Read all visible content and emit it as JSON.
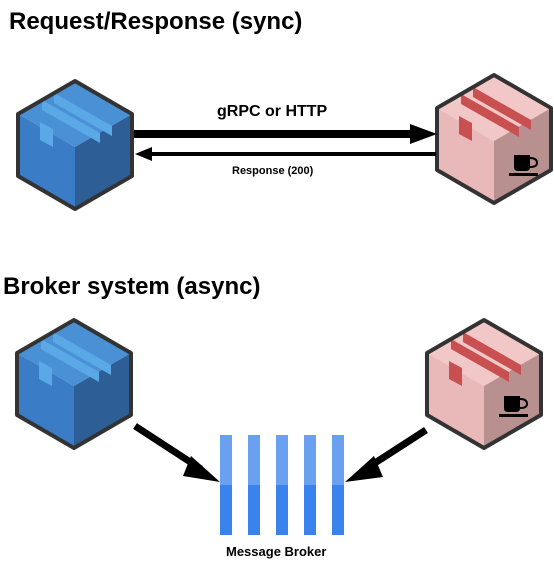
{
  "sections": {
    "sync_title": "Request/Response (sync)",
    "async_title": "Broker system (async)"
  },
  "labels": {
    "request_arrow": "gRPC or HTTP",
    "response_arrow": "Response (200)",
    "broker": "Message Broker"
  },
  "icons": {
    "service_box": "package-box-icon",
    "coffee": "coffee-cup-icon"
  },
  "colors": {
    "blue_box_front": "#3a7cc5",
    "blue_box_side": "#2d5f96",
    "blue_box_top": "#4a90d4",
    "blue_tape": "#5aa9e6",
    "pink_box_front": "#e9b8b8",
    "pink_box_side": "#b89090",
    "pink_box_top": "#f2c7c7",
    "pink_tape": "#c95050",
    "outline": "#333333",
    "broker_top": "#6aa0f0",
    "broker_bottom": "#3a82ee"
  }
}
